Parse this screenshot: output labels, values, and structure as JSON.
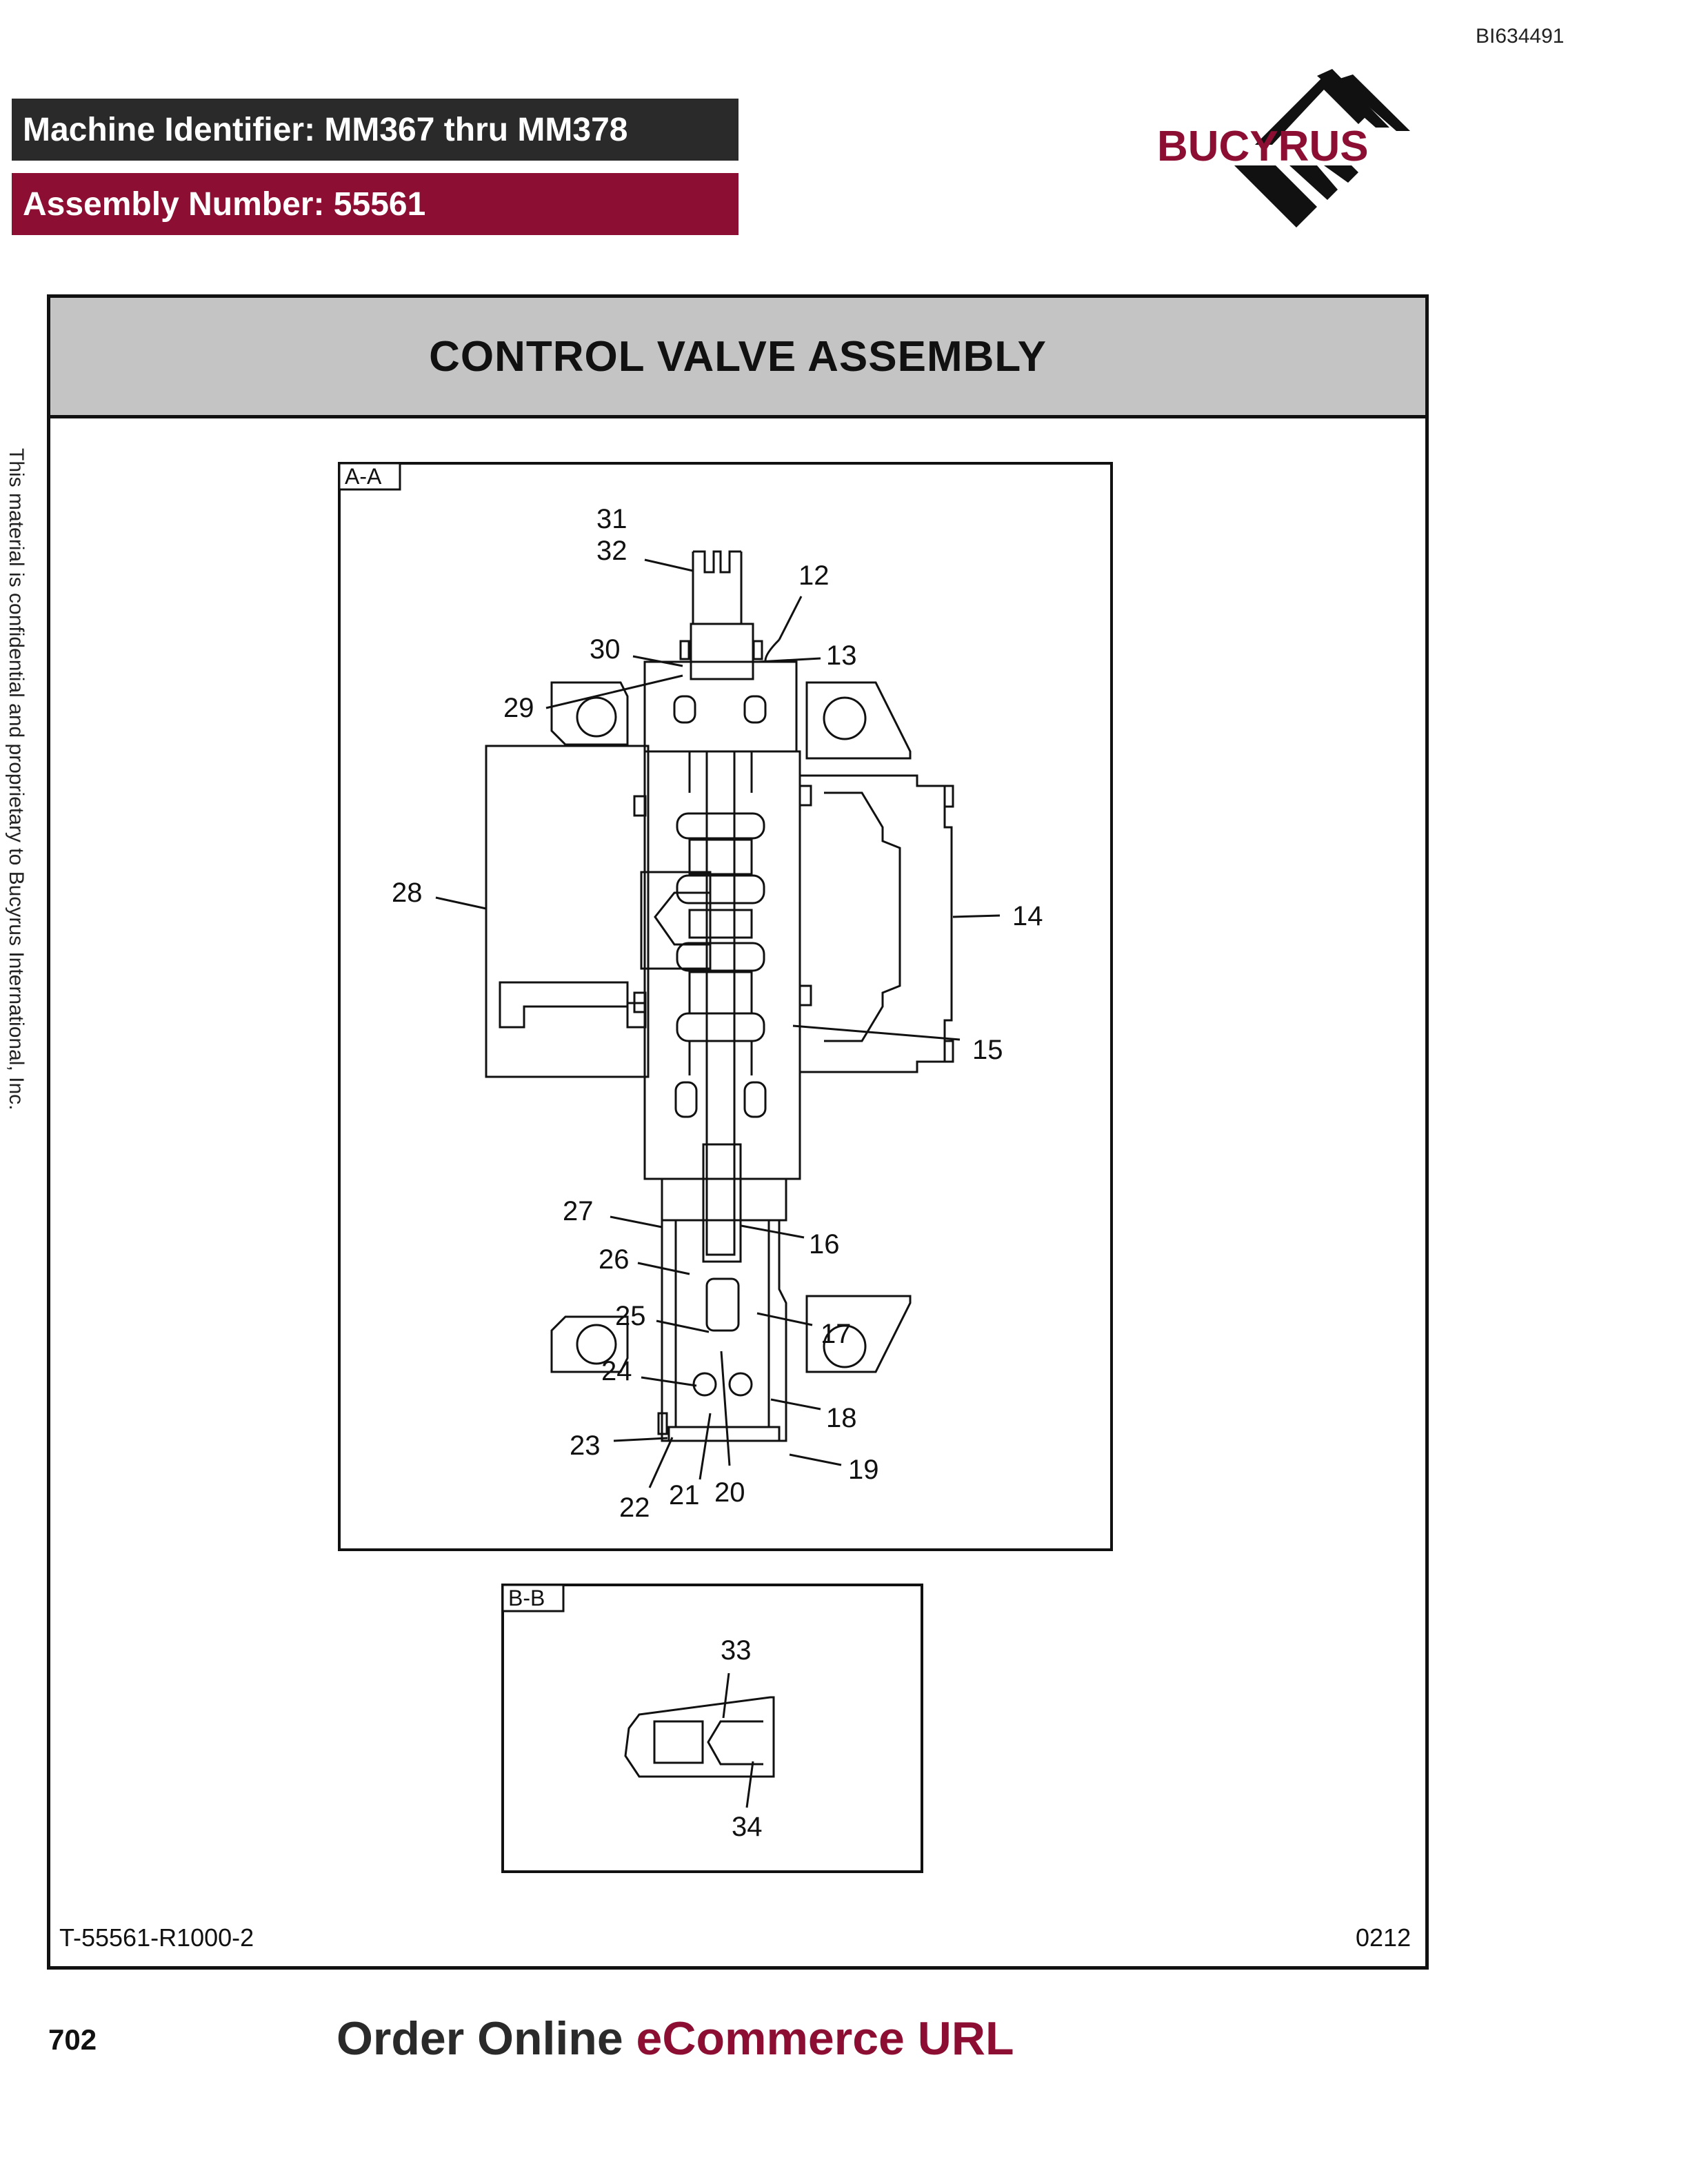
{
  "doc_id": "BI634491",
  "header": {
    "machine_identifier": "Machine Identifier: MM367 thru MM378",
    "assembly_number": "Assembly Number: 55561"
  },
  "logo": {
    "text": "BUCYRUS",
    "brand_color": "#8c0f33"
  },
  "title": "CONTROL VALVE ASSEMBLY",
  "side_note": "This material is confidential and proprietary to Bucyrus International, Inc.",
  "view_aa": {
    "label": "A-A",
    "callouts": {
      "c31": "31",
      "c32": "32",
      "c12": "12",
      "c30": "30",
      "c13": "13",
      "c29": "29",
      "c28": "28",
      "c14": "14",
      "c15": "15",
      "c27": "27",
      "c16": "16",
      "c26": "26",
      "c25": "25",
      "c17": "17",
      "c24": "24",
      "c18": "18",
      "c23": "23",
      "c19": "19",
      "c22": "22",
      "c21": "21",
      "c20": "20"
    }
  },
  "view_bb": {
    "label": "B-B",
    "callouts": {
      "c33": "33",
      "c34": "34"
    }
  },
  "footer": {
    "drawing_number": "T-55561-R1000-2",
    "rev_code": "0212",
    "page_number": "702",
    "order_part1": "Order Online ",
    "order_part2": "eCommerce URL"
  }
}
